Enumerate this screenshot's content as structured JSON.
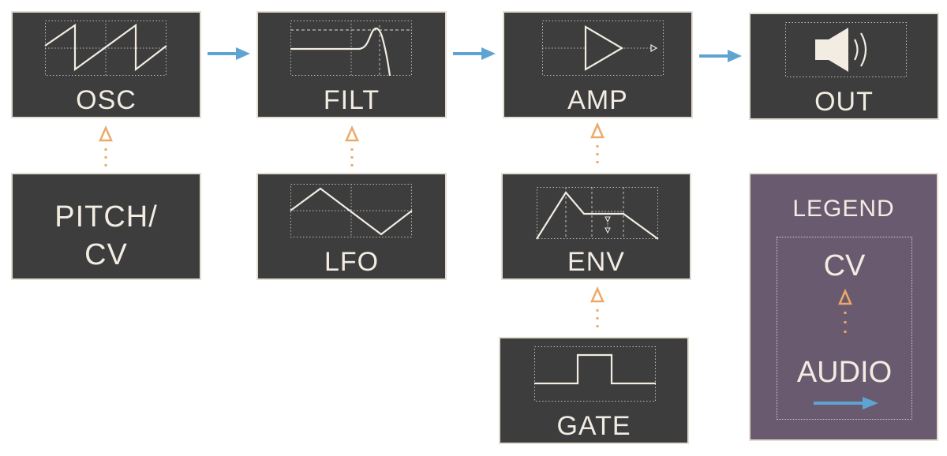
{
  "modules": {
    "osc": {
      "label": "OSC"
    },
    "filt": {
      "label": "FILT"
    },
    "amp": {
      "label": "AMP"
    },
    "out": {
      "label": "OUT"
    },
    "pitch_cv": {
      "label_line1": "PITCH/",
      "label_line2": "CV"
    },
    "lfo": {
      "label": "LFO"
    },
    "env": {
      "label": "ENV"
    },
    "gate": {
      "label": "GATE"
    }
  },
  "legend": {
    "title": "LEGEND",
    "cv_label": "CV",
    "audio_label": "AUDIO"
  },
  "colors": {
    "module_bg": "#3d3d3d",
    "module_border": "#e3ddd2",
    "label_text": "#f2ece2",
    "audio_arrow": "#5fa3d3",
    "cv_arrow": "#eca96a",
    "legend_bg": "#6a5a6f"
  },
  "icons": {
    "osc": "sawtooth-wave-icon",
    "filt": "filter-curve-icon",
    "amp": "amplifier-triangle-icon",
    "out": "speaker-icon",
    "lfo": "triangle-wave-icon",
    "env": "adsr-envelope-icon",
    "gate": "gate-pulse-icon"
  }
}
